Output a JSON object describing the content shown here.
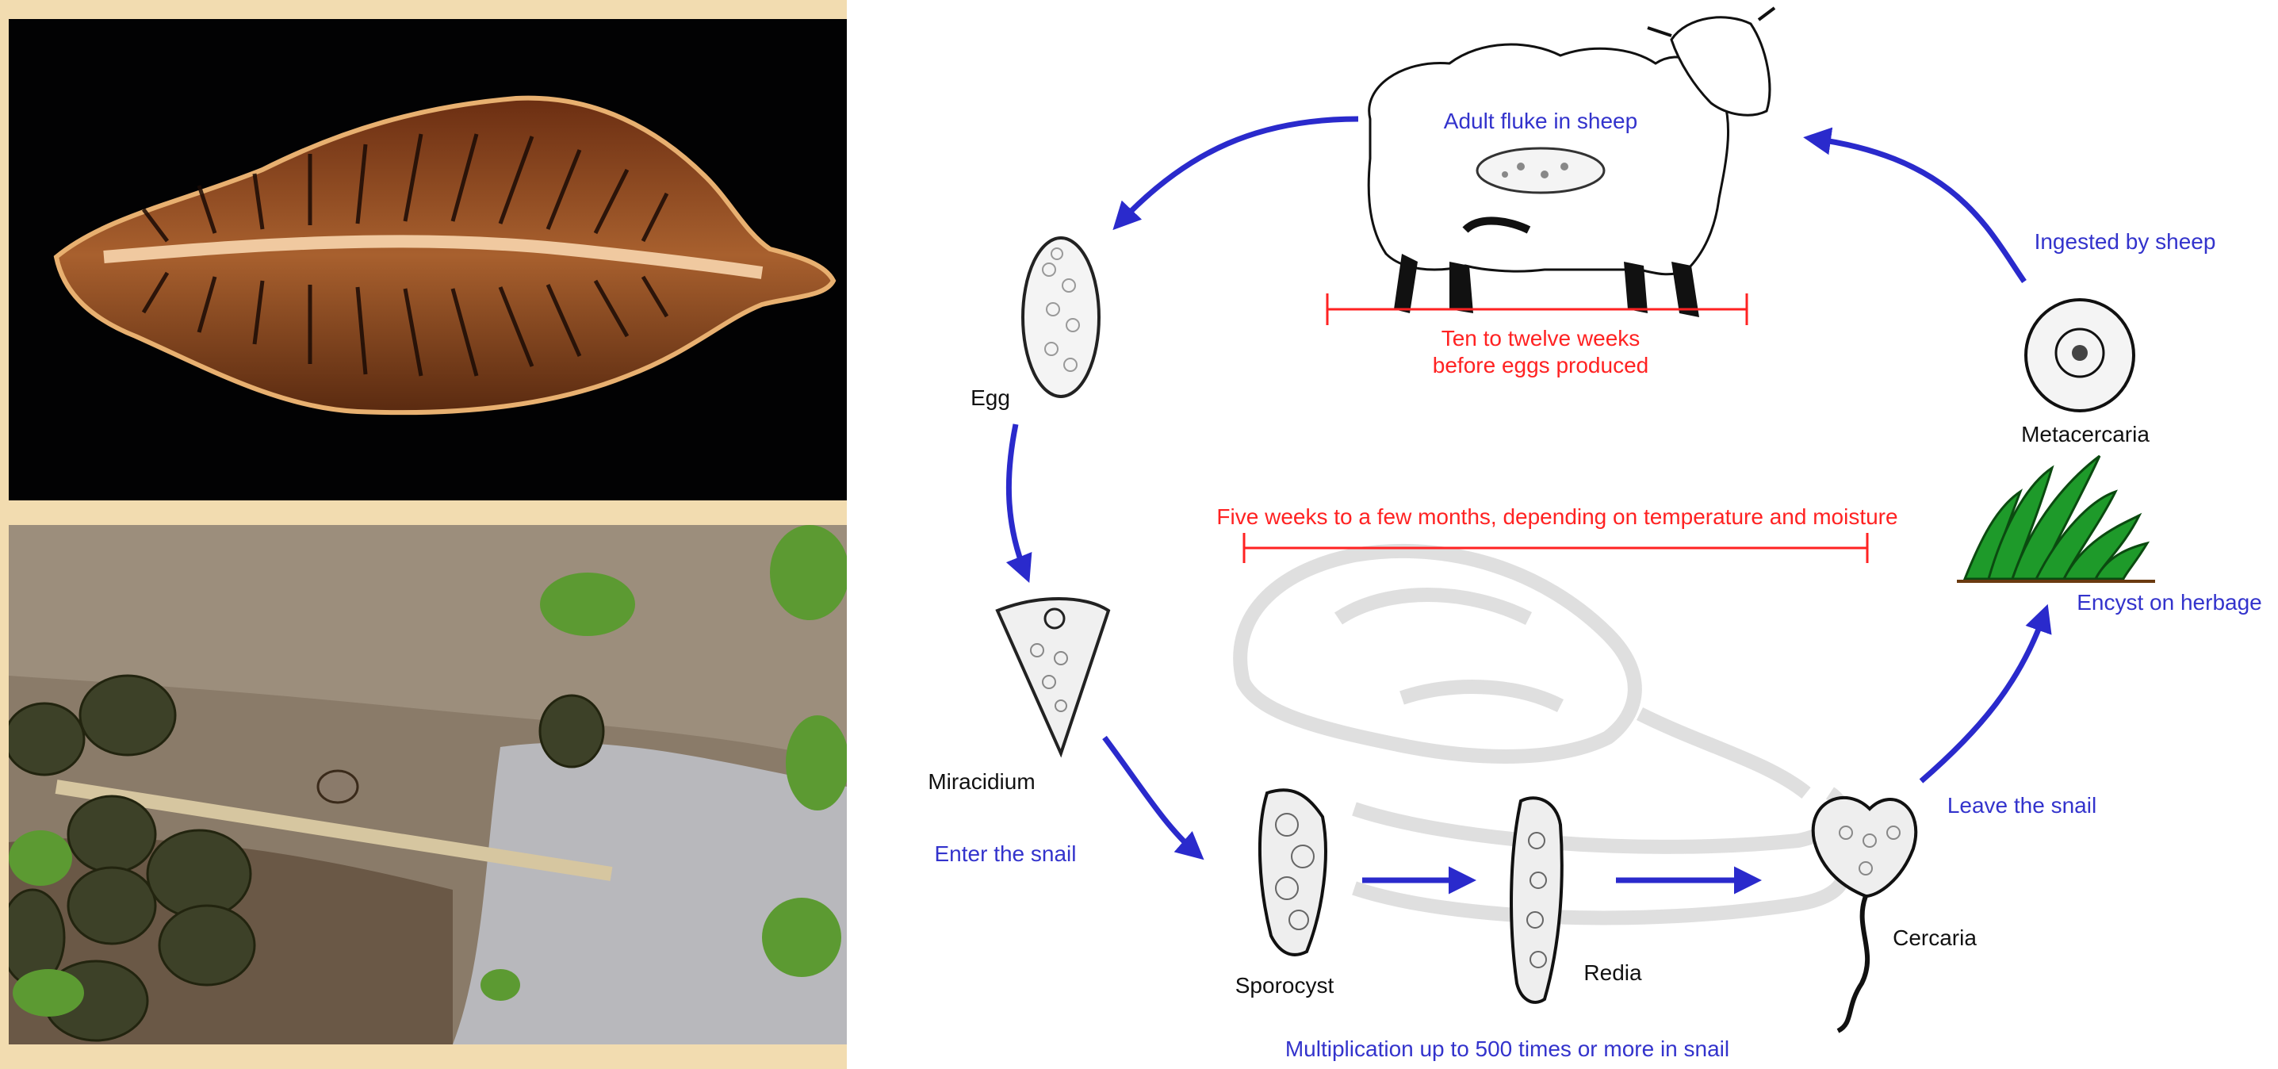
{
  "labels": {
    "adult_fluke_in_sheep": "Adult fluke in sheep",
    "ten_weeks_line1": "Ten to twelve weeks",
    "ten_weeks_line2": "before eggs produced",
    "ingested_by_sheep": "Ingested by sheep",
    "metacercaria": "Metacercaria",
    "egg": "Egg",
    "five_weeks": "Five weeks to a few months, depending on temperature and moisture",
    "encyst_on_herbage": "Encyst on herbage",
    "miracidium": "Miracidium",
    "enter_the_snail": "Enter the snail",
    "leave_the_snail": "Leave the snail",
    "sporocyst": "Sporocyst",
    "redia": "Redia",
    "cercaria": "Cercaria",
    "multiplication": "Multiplication up to 500 times or more in snail"
  },
  "colors": {
    "step_text": "#3333cc",
    "duration_text": "#ff2222",
    "stage_text": "#111111",
    "arrow": "#2a2acc",
    "frame": "#f2dcb0"
  },
  "icons": {
    "sheep": "sheep-drawing",
    "snail": "snail-silhouette",
    "grass": "grass-herbage",
    "egg": "egg-drawing"
  }
}
